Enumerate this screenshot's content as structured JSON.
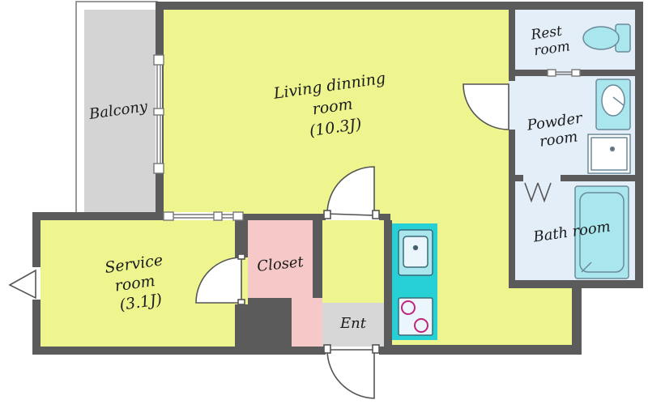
{
  "rooms": {
    "balcony": {
      "label": "Balcony"
    },
    "living": {
      "line1": "Living dinning",
      "line2": "room",
      "line3": "(10.3J)"
    },
    "rest": {
      "line1": "Rest",
      "line2": "room"
    },
    "powder": {
      "line1": "Powder",
      "line2": "room"
    },
    "bath": {
      "label": "Bath room"
    },
    "service": {
      "line1": "Service",
      "line2": "room",
      "line3": "(3.1J)"
    },
    "closet": {
      "label": "Closet"
    },
    "entrance": {
      "label": "Ent"
    }
  },
  "colors": {
    "wall": "#5b5b5b",
    "living_floor": "#eef58f",
    "balcony_floor": "#d4d4d4",
    "wet_area": "#e3eef8",
    "closet_floor": "#f6c8c8",
    "kitchen": "#27d0d4",
    "fixture": "#a9e6ee",
    "entrance_floor": "#d7d7d7"
  }
}
